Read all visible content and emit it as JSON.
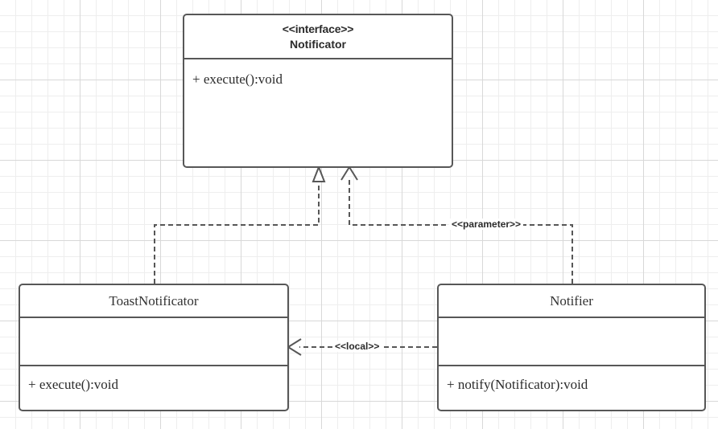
{
  "diagram": {
    "title": "UML class diagram",
    "background": "#ffffff",
    "grid_minor_color": "#eeeeee",
    "grid_major_color": "#d8d8d8",
    "line_color": "#575757",
    "text_color": "#2b2b2b"
  },
  "classes": [
    {
      "id": "notificator",
      "stereotype": "<<interface>>",
      "name": "Notificator",
      "attributes": [],
      "methods": [
        "+ execute():void"
      ]
    },
    {
      "id": "toastnotificator",
      "stereotype": "",
      "name": "ToastNotificator",
      "attributes": [],
      "methods": [
        "+ execute():void"
      ]
    },
    {
      "id": "notifier",
      "stereotype": "",
      "name": "Notifier",
      "attributes": [],
      "methods": [
        "+ notify(Notificator):void"
      ]
    }
  ],
  "edges": [
    {
      "id": "realization",
      "from": "ToastNotificator",
      "to": "Notificator",
      "type": "realization",
      "style": "dashed",
      "arrowhead": "hollow-triangle",
      "label": ""
    },
    {
      "id": "parameter-dependency",
      "from": "Notifier",
      "to": "Notificator",
      "type": "dependency",
      "style": "dashed",
      "arrowhead": "open-arrow",
      "label": "<<parameter>>"
    },
    {
      "id": "local-dependency",
      "from": "Notifier",
      "to": "ToastNotificator",
      "type": "dependency",
      "style": "dashed",
      "arrowhead": "open-arrow",
      "label": "<<local>>"
    }
  ]
}
